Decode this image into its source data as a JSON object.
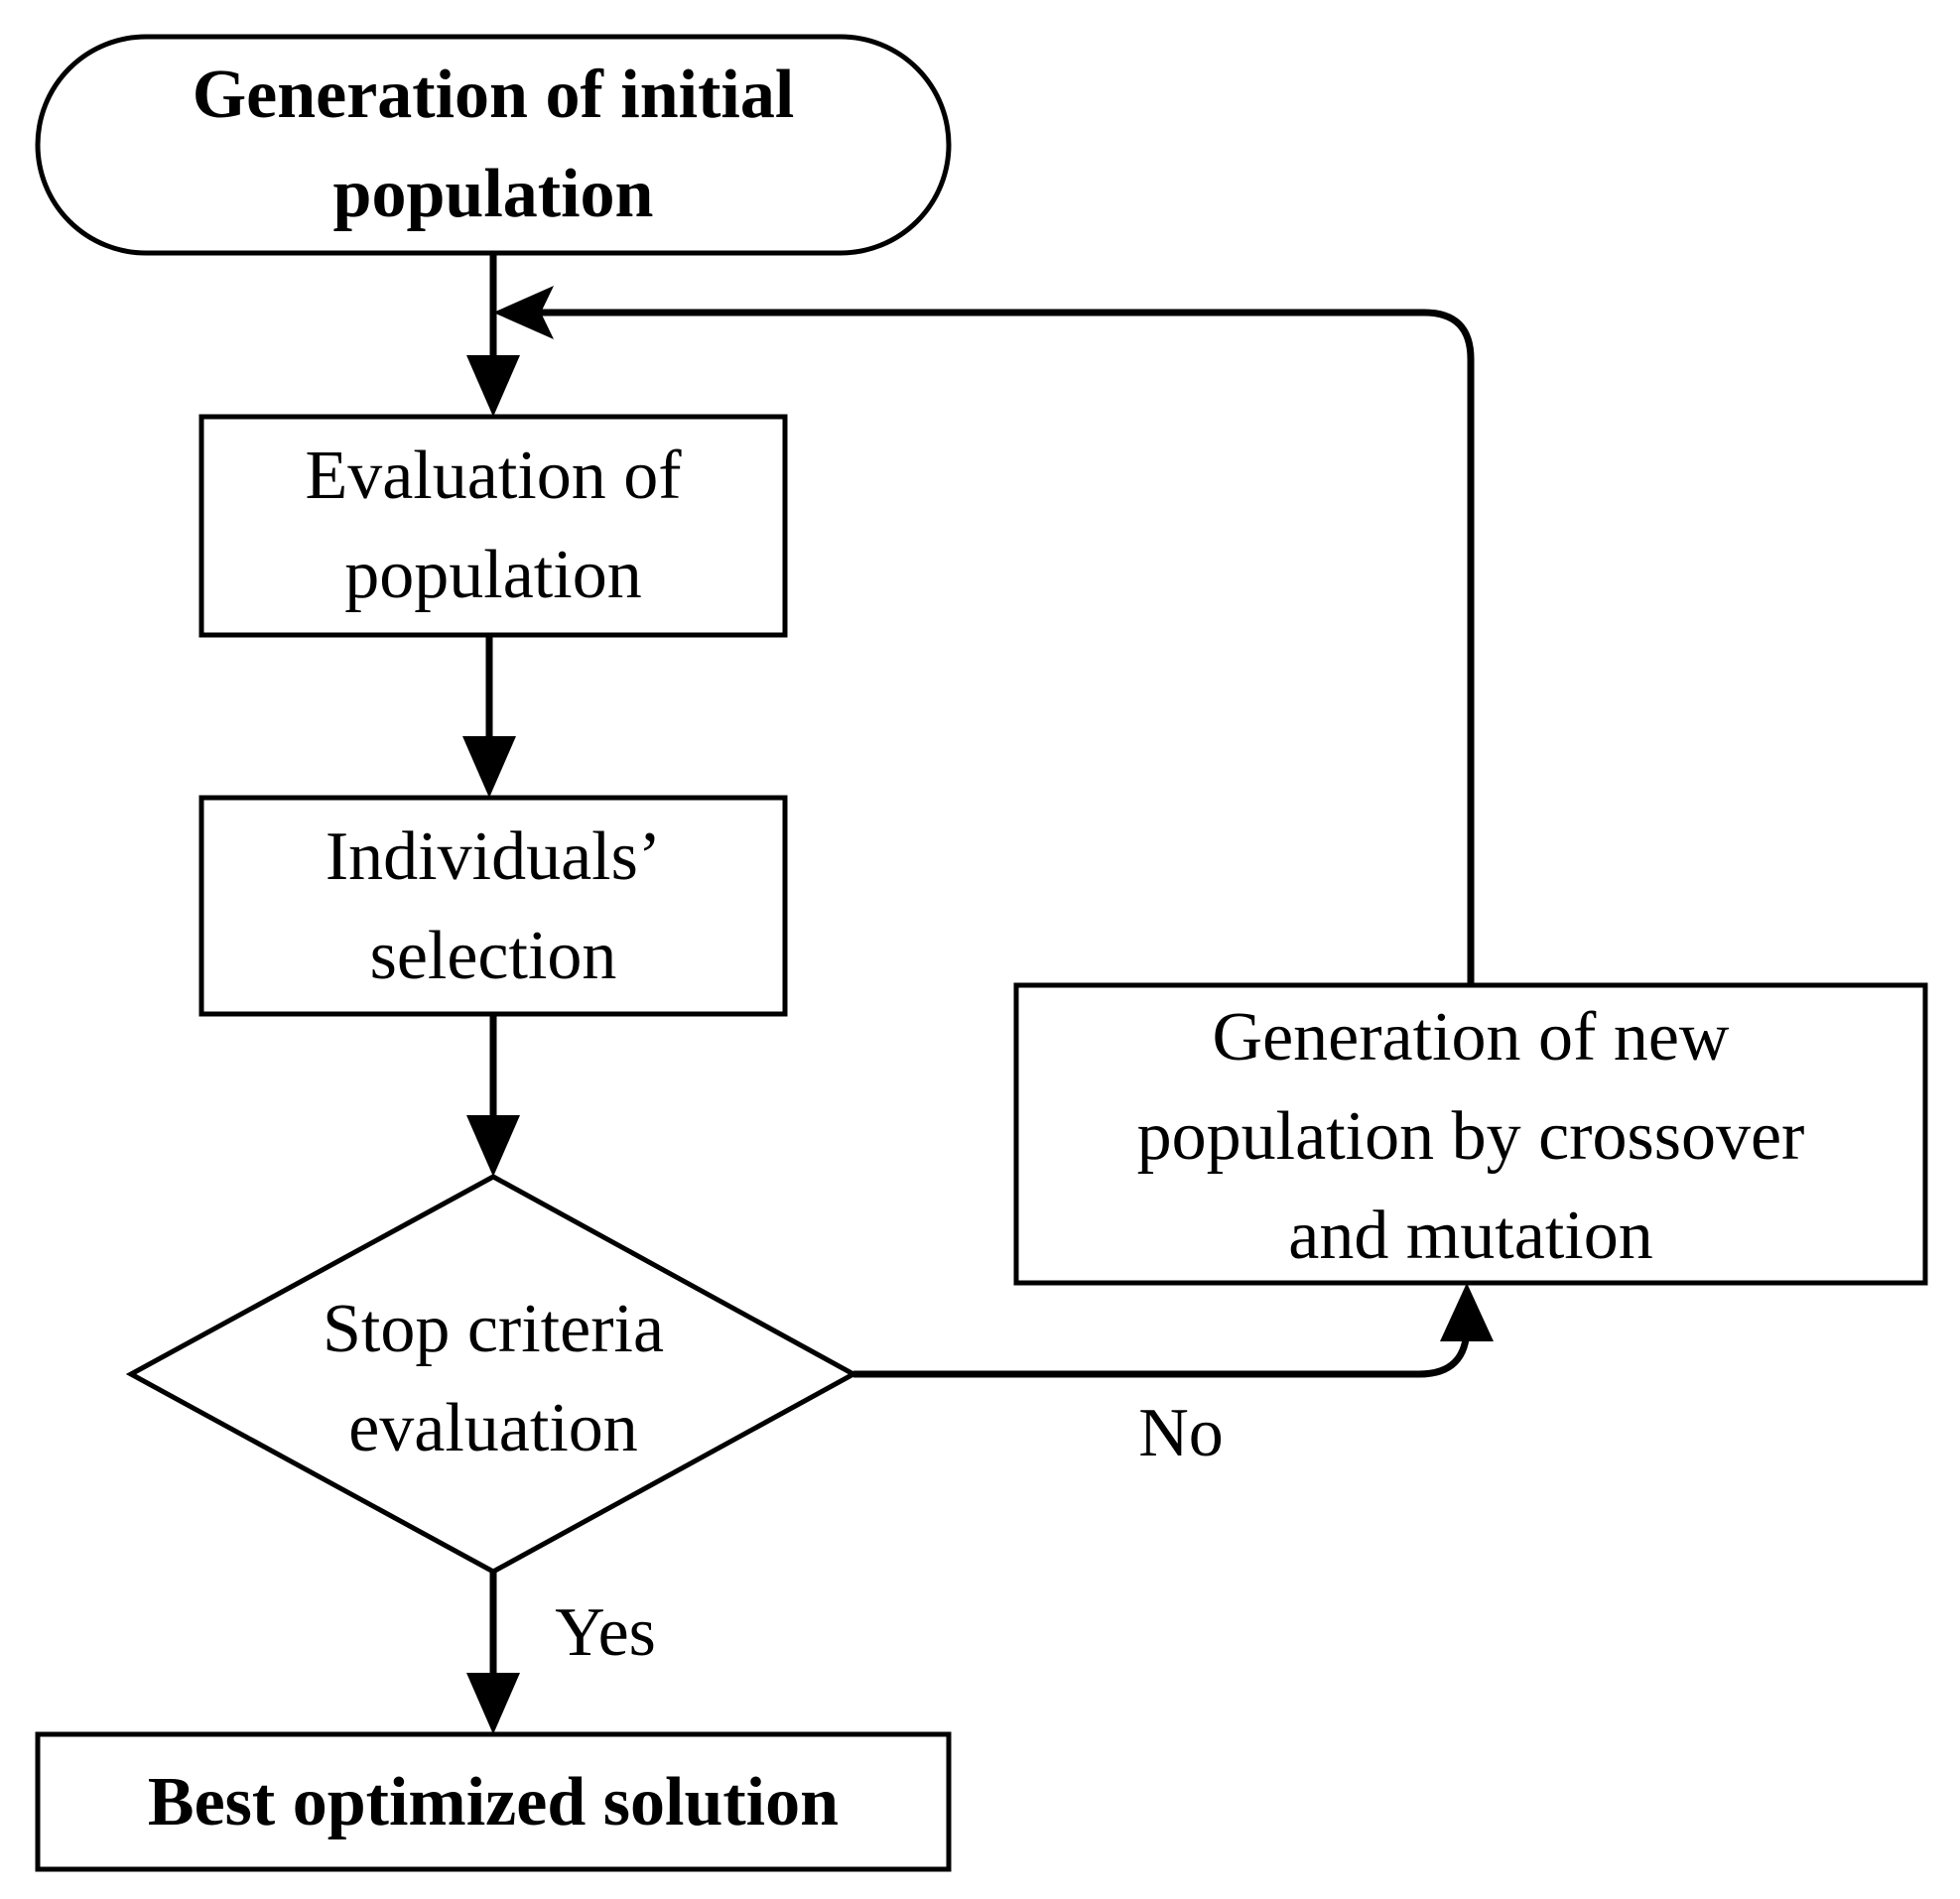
{
  "flowchart": {
    "start_node": {
      "line1": "Generation of initial",
      "line2": "population"
    },
    "evaluate_node": {
      "line1": "Evaluation of",
      "line2": "population"
    },
    "selection_node": {
      "line1": "Individuals’",
      "line2": "selection"
    },
    "decision_node": {
      "line1": "Stop criteria",
      "line2": "evaluation"
    },
    "new_population_node": {
      "line1": "Generation of new",
      "line2": "population by crossover",
      "line3": "and mutation"
    },
    "end_node": {
      "label": "Best optimized solution"
    },
    "branch_labels": {
      "no": "No",
      "yes": "Yes"
    }
  }
}
